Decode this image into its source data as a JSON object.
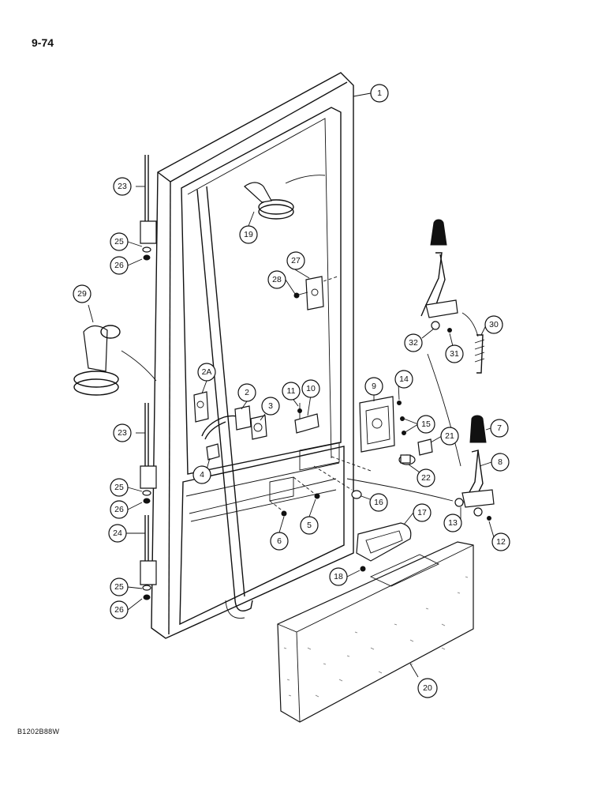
{
  "page": {
    "number": "9-74",
    "figure_code": "B1202B88W"
  },
  "callouts": {
    "c1": "1",
    "c2": "2",
    "c2a": "2A",
    "c3": "3",
    "c4": "4",
    "c5": "5",
    "c6": "6",
    "c7": "7",
    "c8": "8",
    "c9": "9",
    "c10": "10",
    "c11": "11",
    "c12": "12",
    "c13": "13",
    "c14": "14",
    "c15": "15",
    "c16": "16",
    "c17": "17",
    "c18": "18",
    "c19": "19",
    "c20": "20",
    "c21": "21",
    "c22": "22",
    "c23a": "23",
    "c23b": "23",
    "c24": "24",
    "c25a": "25",
    "c25b": "25",
    "c25c": "25",
    "c26a": "26",
    "c26b": "26",
    "c26c": "26",
    "c27": "27",
    "c28": "28",
    "c29": "29",
    "c30": "30",
    "c31": "31",
    "c32": "32"
  }
}
